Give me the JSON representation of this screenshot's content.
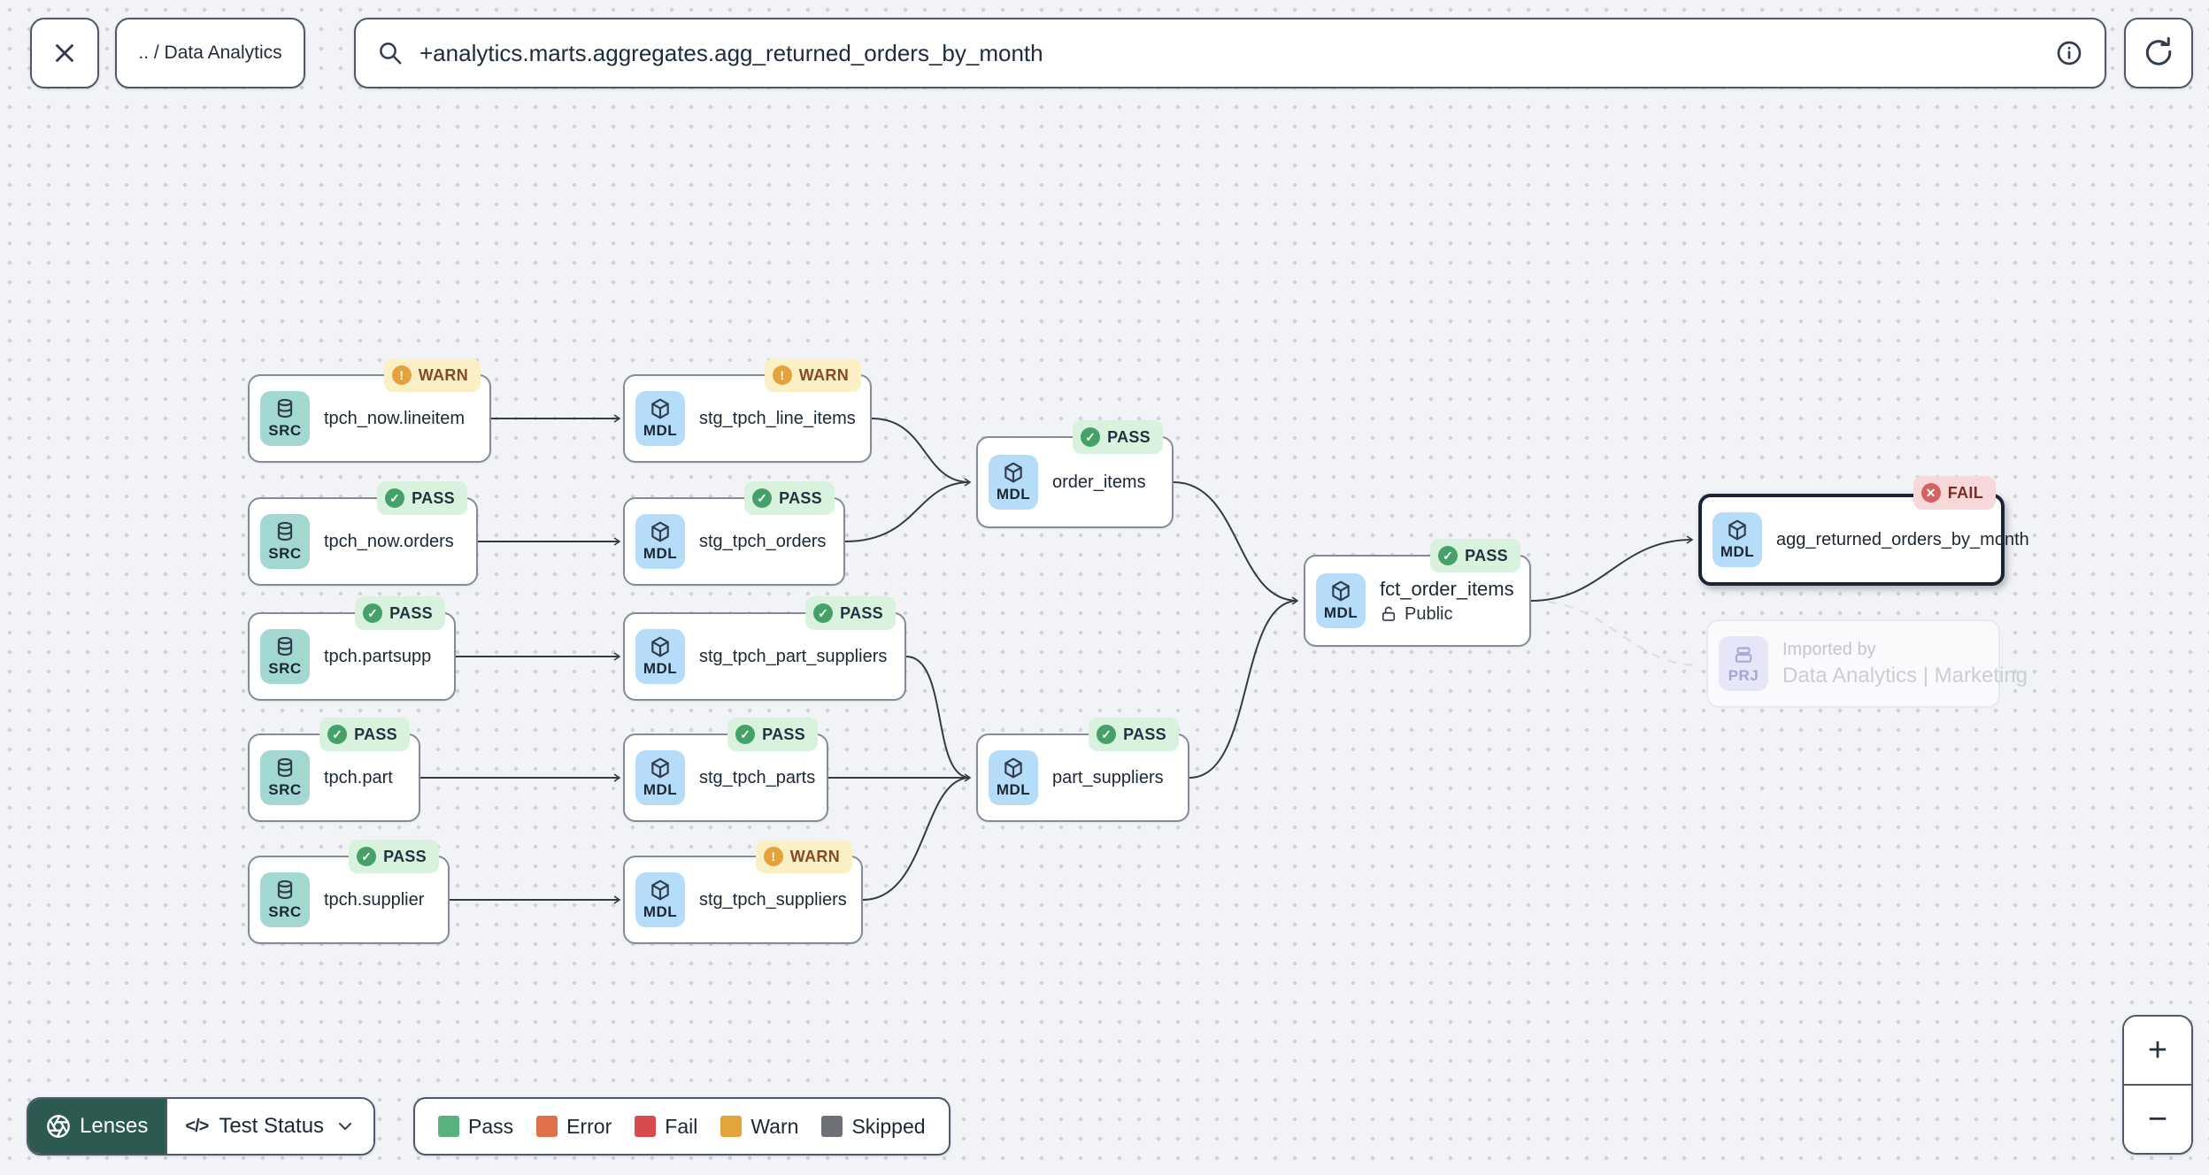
{
  "topbar": {
    "breadcrumb_label": ".. / Data Analytics",
    "search_value": "+analytics.marts.aggregates.agg_returned_orders_by_month"
  },
  "lenses": {
    "label": "Lenses",
    "selected_lens": "Test Status",
    "code_icon_glyph": "</>"
  },
  "legend": {
    "items": [
      {
        "label": "Pass",
        "color": "#58b27d"
      },
      {
        "label": "Error",
        "color": "#e0704a"
      },
      {
        "label": "Fail",
        "color": "#d94b4b"
      },
      {
        "label": "Warn",
        "color": "#e5a33c"
      },
      {
        "label": "Skipped",
        "color": "#6e7276"
      }
    ]
  },
  "zoom_controls": {
    "zoom_in_glyph": "+",
    "zoom_out_glyph": "−"
  },
  "statuses": {
    "pass_glyph": "✓",
    "warn_glyph": "!",
    "fail_glyph": "✕"
  },
  "colors": {
    "lenses_green": "#2c5a50",
    "src_tile": "#a2d8d1",
    "mdl_tile": "#b5ddf9",
    "prj_tile": "#e6e6f8",
    "pass_badge_bg": "#d8f2de",
    "warn_badge_bg": "#faefc5",
    "fail_badge_bg": "#f7d9d9"
  },
  "nodes": [
    {
      "type": "SRC",
      "label": "tpch_now.lineitem",
      "status": "WARN"
    },
    {
      "type": "MDL",
      "label": "stg_tpch_line_items",
      "status": "WARN"
    },
    {
      "type": "SRC",
      "label": "tpch_now.orders",
      "status": "PASS"
    },
    {
      "type": "MDL",
      "label": "stg_tpch_orders",
      "status": "PASS"
    },
    {
      "type": "MDL",
      "label": "order_items",
      "status": "PASS"
    },
    {
      "type": "SRC",
      "label": "tpch.partsupp",
      "status": "PASS"
    },
    {
      "type": "MDL",
      "label": "stg_tpch_part_suppliers",
      "status": "PASS"
    },
    {
      "type": "SRC",
      "label": "tpch.part",
      "status": "PASS"
    },
    {
      "type": "MDL",
      "label": "stg_tpch_parts",
      "status": "PASS"
    },
    {
      "type": "MDL",
      "label": "part_suppliers",
      "status": "PASS"
    },
    {
      "type": "SRC",
      "label": "tpch.supplier",
      "status": "PASS"
    },
    {
      "type": "MDL",
      "label": "stg_tpch_suppliers",
      "status": "WARN"
    },
    {
      "type": "MDL",
      "label": "fct_order_items",
      "status": "PASS",
      "access": "Public"
    },
    {
      "type": "MDL",
      "label": "agg_returned_orders_by_month",
      "status": "FAIL",
      "selected": true
    },
    {
      "type": "PRJ",
      "title": "Imported by",
      "label": "Data Analytics | Marketing"
    }
  ]
}
